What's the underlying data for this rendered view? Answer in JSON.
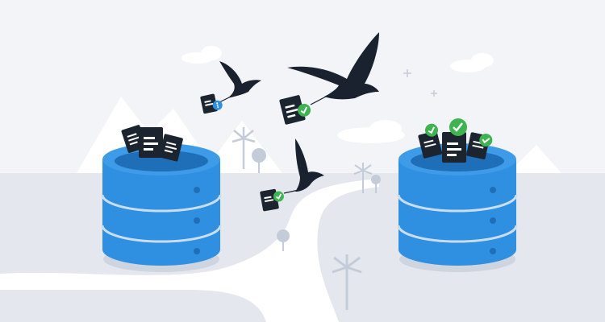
{
  "palette": {
    "sky": "#f2f4f8",
    "ground": "#e4e7ee",
    "mountain": "#ffffff",
    "cloud": "#ffffff",
    "road": "#ffffff",
    "tree": "#c5ccd9",
    "db_blue": "#2f8fe0",
    "db_top": "#3d9be8",
    "db_band": "#c9ddf3",
    "db_shadow": "#1f6fb8",
    "doc": "#1c2430",
    "bird": "#1a2230",
    "check_green": "#3fb34f",
    "sync_blue": "#2f8fe0"
  },
  "illustration": {
    "source_database": {
      "icon": "database-icon",
      "contents": "documents"
    },
    "target_database": {
      "icon": "database-icon",
      "contents": "verified-documents"
    },
    "birds": [
      {
        "icon": "bird-icon",
        "carries": "document-syncing"
      },
      {
        "icon": "bird-icon",
        "carries": "document-verified"
      },
      {
        "icon": "bird-icon",
        "carries": "document-verified"
      }
    ]
  }
}
